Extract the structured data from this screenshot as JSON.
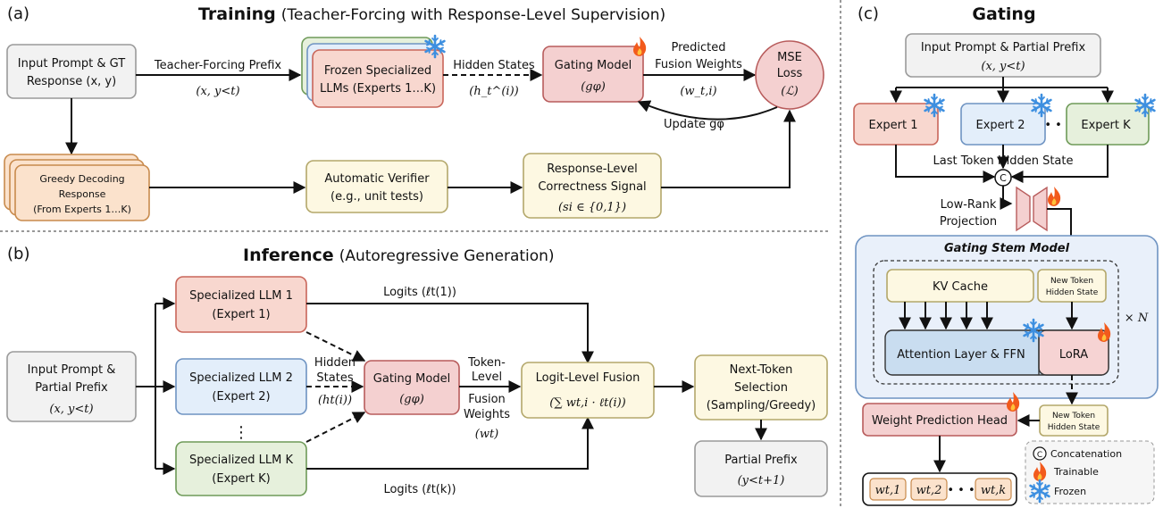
{
  "colors": {
    "gray_fill": "#f2f2f2",
    "gray_stroke": "#9a9a9a",
    "red_fill": "#f8d7cf",
    "red_stroke": "#c9665a",
    "blue_fill": "#e3eefa",
    "blue_stroke": "#6e93c2",
    "green_fill": "#e6f0dc",
    "green_stroke": "#6e9a58",
    "gating_fill": "#f4d0d0",
    "gating_stroke": "#b85c5c",
    "yellow_fill": "#fdf8e2",
    "yellow_stroke": "#b3a76a",
    "orange_fill": "#fbe2cc",
    "orange_stroke": "#c88a4c",
    "stem_fill": "#e9f0fa",
    "stem_stroke": "#6e93c2",
    "lora_fill": "#f6d3d3",
    "attn_fill": "#c9ddf0"
  },
  "panel_a": {
    "label": "(a)",
    "title_bold": "Training",
    "title_rest": "(Teacher-Forcing with Response-Level Supervision)",
    "input_box": [
      "Input Prompt & GT",
      "Response (x, y)"
    ],
    "edge_teacher": "Teacher-Forcing Prefix",
    "edge_teacher_math": "(x, y<t)",
    "frozen_box": [
      "Frozen Specialized",
      "LLMs (Experts 1…K)"
    ],
    "edge_hidden": "Hidden States",
    "edge_hidden_math": "(h_t^(i))",
    "gating_box": [
      "Gating Model",
      "(gφ)"
    ],
    "edge_pred": [
      "Predicted",
      "Fusion Weights"
    ],
    "edge_pred_math": "(w_t,i)",
    "mse_box": [
      "MSE",
      "Loss",
      "(ℒ)"
    ],
    "update_label": "Update gφ",
    "greedy_box": [
      "Greedy Decoding",
      "Response",
      "(From Experts 1…K)"
    ],
    "verifier_box": [
      "Automatic Verifier",
      "(e.g., unit tests)"
    ],
    "signal_box": [
      "Response-Level",
      "Correctness Signal",
      "(si ∈ {0,1})"
    ]
  },
  "panel_b": {
    "label": "(b)",
    "title_bold": "Inference",
    "title_rest": "(Autoregressive Generation)",
    "input_box": [
      "Input Prompt &",
      "Partial Prefix",
      "(x, y<t)"
    ],
    "llm1": [
      "Specialized LLM 1",
      "(Expert 1)"
    ],
    "llm2": [
      "Specialized LLM 2",
      "(Expert 2)"
    ],
    "llmk": [
      "Specialized LLM K",
      "(Expert K)"
    ],
    "dots": "⋮",
    "logits1": "Logits (ℓt(1))",
    "logitsk": "Logits (ℓt(k))",
    "hidden": [
      "Hidden",
      "States",
      "(ht(i))"
    ],
    "gating_box": [
      "Gating Model",
      "(gφ)"
    ],
    "token_level": [
      "Token-",
      "Level",
      "Fusion",
      "Weights",
      "(wt)"
    ],
    "fusion_box": [
      "Logit-Level Fusion",
      "(∑ wt,i · ℓt(i))"
    ],
    "next_token": [
      "Next-Token",
      "Selection",
      "(Sampling/Greedy)"
    ],
    "partial_prefix": [
      "Partial Prefix",
      "(y<t+1)"
    ]
  },
  "panel_c": {
    "label": "(c)",
    "title": "Gating",
    "input_box": [
      "Input Prompt & Partial Prefix",
      "(x, y<t)"
    ],
    "expert1": "Expert 1",
    "expert2": "Expert 2",
    "expertk": "Expert K",
    "ellipsis": "• • •",
    "last_token": "Last Token Hidden State",
    "concat_symbol": "C",
    "low_rank": [
      "Low-Rank",
      "Projection"
    ],
    "stem_title": "Gating Stem Model",
    "kv_cache": "KV Cache",
    "new_token": [
      "New Token",
      "Hidden State"
    ],
    "times_n": "× N",
    "attn": "Attention Layer & FFN",
    "lora": "LoRA",
    "head": "Weight Prediction Head",
    "new_token2": [
      "New Token",
      "Hidden State"
    ],
    "weights": [
      "wt,1",
      "wt,2",
      "wt,k"
    ],
    "weights_dots": "• • •",
    "legend": [
      "Concatenation",
      "Trainable",
      "Frozen"
    ]
  }
}
